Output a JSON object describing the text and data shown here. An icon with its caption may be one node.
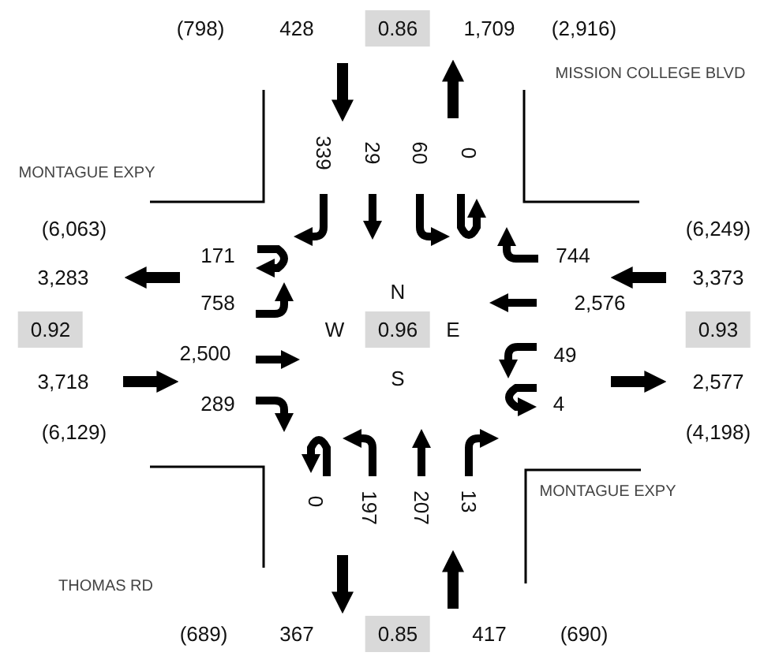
{
  "diagram": {
    "labels": [
      "(798)",
      "428",
      "0.86",
      "1,709",
      "(2,916)",
      "MISSION COLLEGE BLVD",
      "339",
      "29",
      "60",
      "0",
      "MONTAGUE EXPY",
      "(6,063)",
      "(6,249)",
      "171",
      "744",
      "N",
      "3,283",
      "3,373",
      "758",
      "2,576",
      "0.92",
      "W",
      "0.96",
      "E",
      "0.93",
      "2,500",
      "49",
      "3,718",
      "S",
      "2,577",
      "289",
      "4",
      "(6,129)",
      "(4,198)",
      "0",
      "197",
      "207",
      "13",
      "MONTAGUE EXPY",
      "THOMAS RD",
      "(689)",
      "367",
      "0.85",
      "417",
      "(690)"
    ]
  }
}
